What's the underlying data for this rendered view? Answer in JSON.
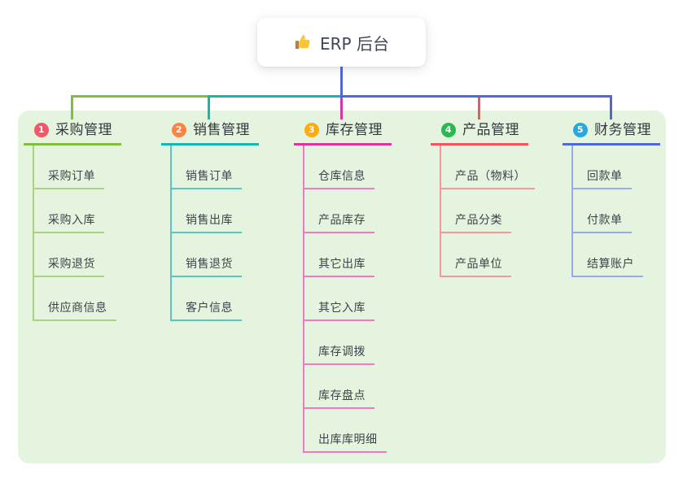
{
  "root": {
    "icon": "thumbs-up-icon",
    "label": "ERP 后台"
  },
  "panel": {
    "background": "#e5f4df"
  },
  "connector": {
    "root_color": "#5067d4"
  },
  "branches": [
    {
      "badge": "1",
      "badge_color": "#f4566a",
      "label": "采购管理",
      "line_color": "#7ebf3e",
      "child_line_color": "#a9d281",
      "children": [
        "采购订单",
        "采购入库",
        "采购退货",
        "供应商信息"
      ]
    },
    {
      "badge": "2",
      "badge_color": "#fb8444",
      "label": "销售管理",
      "line_color": "#16b7af",
      "child_line_color": "#56c8c0",
      "children": [
        "销售订单",
        "销售出库",
        "销售退货",
        "客户信息"
      ]
    },
    {
      "badge": "3",
      "badge_color": "#ffab0f",
      "label": "库存管理",
      "line_color": "#d8359f",
      "child_line_color": "#ef79c5",
      "children": [
        "仓库信息",
        "产品库存",
        "其它出库",
        "其它入库",
        "库存调拨",
        "库存盘点",
        "出库库明细"
      ]
    },
    {
      "badge": "4",
      "badge_color": "#27bb4f",
      "label": "产品管理",
      "line_color": "#f4545d",
      "child_line_color": "#f6979c",
      "children": [
        "产品（物料）",
        "产品分类",
        "产品单位"
      ]
    },
    {
      "badge": "5",
      "badge_color": "#29a7e1",
      "label": "财务管理",
      "line_color": "#5067d4",
      "child_line_color": "#97aae9",
      "children": [
        "回款单",
        "付款单",
        "结算账户"
      ]
    }
  ]
}
